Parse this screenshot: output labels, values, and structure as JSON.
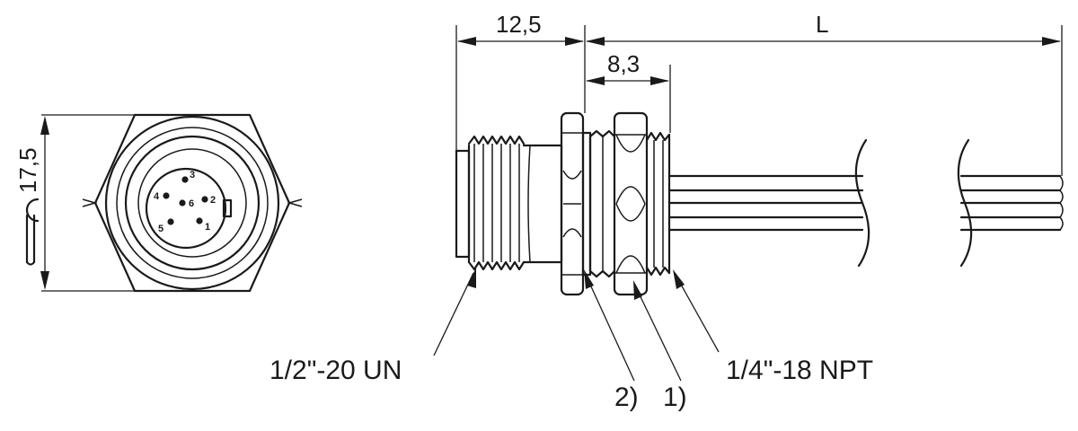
{
  "dimensions": {
    "width_across_flats": "17,5",
    "thread_length": "12,5",
    "cable_length": "L",
    "nut_offset": "8,3"
  },
  "callouts": {
    "front_thread": "1/2\"-20 UN",
    "rear_thread": "1/4\"-18 NPT",
    "part_2": "2)",
    "part_1": "1)"
  },
  "pins": [
    "1",
    "2",
    "3",
    "4",
    "5",
    "6"
  ],
  "icons": {
    "wrench": "wrench-icon"
  },
  "colors": {
    "line": "#1a1a1a",
    "background": "#ffffff"
  }
}
